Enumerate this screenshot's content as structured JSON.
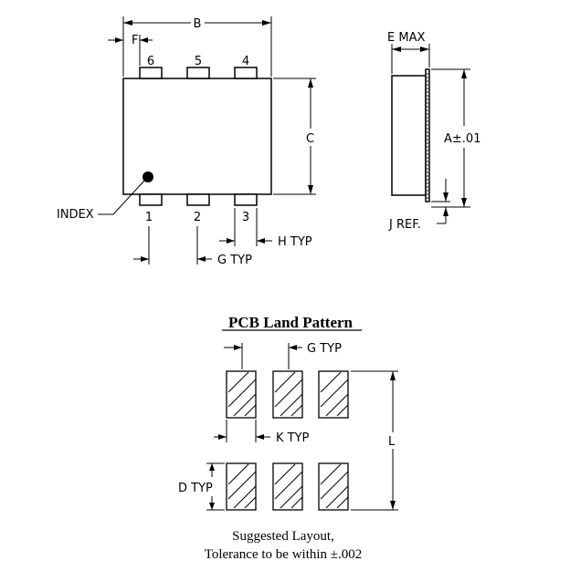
{
  "top_view": {
    "dim_b": "B",
    "dim_f": "F",
    "dim_c": "C",
    "pins_top": [
      "6",
      "5",
      "4"
    ],
    "pins_bottom": [
      "1",
      "2",
      "3"
    ],
    "index_label": "INDEX",
    "h_typ": "H TYP",
    "g_typ": "G TYP"
  },
  "side_view": {
    "e_max": "E MAX",
    "a_tol": "A±.01",
    "j_ref": "J REF."
  },
  "pcb": {
    "title": "PCB Land Pattern",
    "g_typ": "G TYP",
    "k_typ": "K TYP",
    "l_label": "L",
    "d_typ": "D TYP",
    "note_line1": "Suggested Layout,",
    "note_line2": "Tolerance to be within ±.002"
  }
}
